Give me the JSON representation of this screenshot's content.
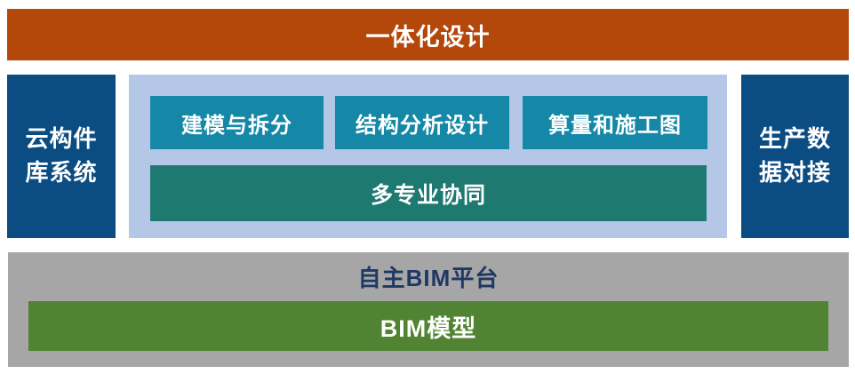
{
  "diagram": {
    "top_banner": {
      "label": "一体化设计"
    },
    "left_box": {
      "label": "云构件库系统",
      "label_lines": [
        "云构件",
        "库系统"
      ]
    },
    "right_box": {
      "label": "生产数据对接",
      "label_lines": [
        "生产数",
        "据对接"
      ]
    },
    "center": {
      "modules": [
        "建模与拆分",
        "结构分析设计",
        "算量和施工图"
      ],
      "wide_module": "多专业协同"
    },
    "bottom": {
      "title": "自主BIM平台",
      "bar_label": "BIM模型"
    },
    "colors": {
      "banner_orange": "#B4480B",
      "pillar_dark_blue": "#0B4C82",
      "center_panel_light_blue": "#B4C7E7",
      "module_teal": "#1587A7",
      "wide_module_teal_green": "#1E7A71",
      "bottom_panel_gray": "#A6A6A6",
      "green_bar": "#508433",
      "bottom_title_navy": "#1F3864",
      "text_white": "#FFFFFF"
    }
  }
}
